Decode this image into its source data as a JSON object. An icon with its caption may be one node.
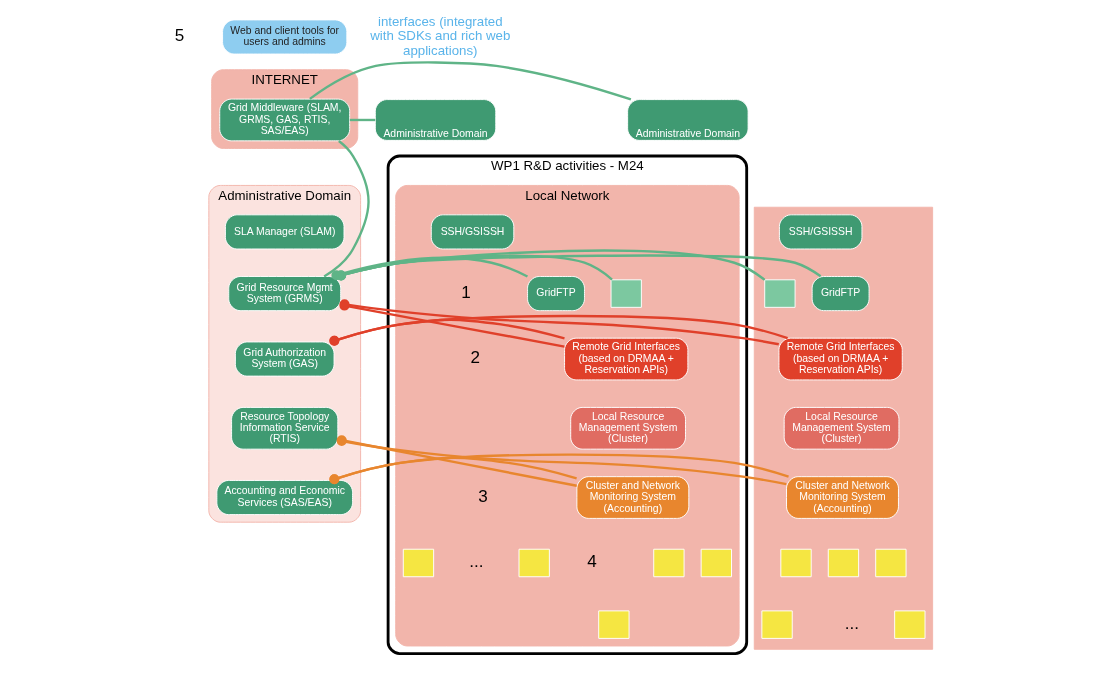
{
  "diagram": {
    "nodes": [
      {
        "text": [
          "Web and client tools for users and admins"
        ]
      },
      {
        "text": [
          "INTERNET"
        ]
      },
      {
        "text": [
          "Grid Middleware (SLAM, GRMS, GAS, RTIS, SAS/EAS)"
        ],
        "in": 1
      },
      {
        "text": [
          "Administrative Domain"
        ]
      },
      {
        "text": [
          "Administrative Domain"
        ]
      },
      {
        "text": [
          "Administrative Domain"
        ]
      },
      {
        "text": [
          "SLA Manager (SLAM)"
        ],
        "in": 5
      },
      {
        "text": [
          "Grid Resource Mgmt System (GRMS)"
        ],
        "in": 5
      },
      {
        "text": [
          "Grid Authorization System (GAS)"
        ],
        "in": 5
      },
      {
        "text": [
          "Resource Topology Information Service (RTIS)"
        ],
        "in": 5
      },
      {
        "text": [
          "Accounting and Economic Services (SAS/EAS)"
        ],
        "in": 5
      },
      {
        "text": [
          "WP1 R&D activities - M24"
        ]
      },
      {
        "text": [
          "Local Network"
        ],
        "in": 11
      },
      {
        "text": [],
        "shape": "box",
        "in": 12
      },
      {
        "text": [
          "SSH/GSISSH"
        ],
        "in": 12
      },
      {
        "text": [
          "GridFTP"
        ],
        "in": 12
      },
      {
        "text": [
          "Remote Grid Interfaces (based on DRMAA + Reservation APIs)"
        ],
        "in": 12
      },
      {
        "text": [
          "Local Resource Management System (Cluster)"
        ],
        "in": 12
      },
      {
        "text": [
          "Cluster and Network Monitoring System (Accounting)"
        ],
        "in": 12
      },
      {
        "text": [],
        "shape": "box",
        "in": 12
      },
      {
        "text": [],
        "shape": "box",
        "in": 12
      },
      {
        "text": [],
        "shape": "box",
        "in": 12
      },
      {
        "text": [],
        "shape": "box",
        "in": 12
      },
      {
        "text": [],
        "shape": "box",
        "in": 12
      },
      {
        "text": [],
        "shape": "box"
      },
      {
        "text": [
          "SSH/GSISSH"
        ],
        "in": 24
      },
      {
        "text": [
          "GridFTP"
        ],
        "in": 24
      },
      {
        "text": [],
        "shape": "box",
        "in": 24
      },
      {
        "text": [
          "Remote Grid Interfaces (based on DRMAA + Reservation APIs)"
        ],
        "in": 24
      },
      {
        "text": [
          "Local Resource Management System (Cluster)"
        ],
        "in": 24
      },
      {
        "text": [
          "Cluster and Network Monitoring System (Accounting)"
        ],
        "in": 24
      },
      {
        "text": [],
        "shape": "box",
        "in": 24
      },
      {
        "text": [],
        "shape": "box",
        "in": 24
      },
      {
        "text": [],
        "shape": "box",
        "in": 24
      },
      {
        "text": [],
        "shape": "box",
        "in": 24
      },
      {
        "text": [],
        "shape": "box",
        "in": 24
      }
    ],
    "edges": [
      {
        "from": 3,
        "to": 2,
        "arrow": "none"
      },
      {
        "from": 2,
        "to": 4,
        "arrow": "none"
      },
      {
        "from": 2,
        "to": 7,
        "arrow": "none"
      },
      {
        "from": 15,
        "to": 7,
        "arrow": "other"
      },
      {
        "from": 13,
        "to": 7,
        "arrow": "other"
      },
      {
        "from": 16,
        "to": 7,
        "arrow": "other",
        "color": "#e0402a"
      },
      {
        "from": 16,
        "to": 8,
        "arrow": "other",
        "color": "#e0402a"
      },
      {
        "from": 18,
        "to": 9,
        "arrow": "other",
        "color": "#e8862e"
      },
      {
        "from": 18,
        "to": 10,
        "arrow": "other",
        "color": "#e8862e"
      },
      {
        "from": 26,
        "to": 7,
        "arrow": "other"
      },
      {
        "from": 27,
        "to": 7,
        "arrow": "other"
      },
      {
        "from": 28,
        "to": 7,
        "arrow": "other",
        "color": "#e0402a"
      },
      {
        "from": 28,
        "to": 8,
        "arrow": "other",
        "color": "#e0402a"
      },
      {
        "from": 30,
        "to": 9,
        "arrow": "other",
        "color": "#e8862e"
      },
      {
        "from": 30,
        "to": 10,
        "arrow": "other",
        "color": "#e8862e"
      }
    ],
    "labels": [
      "interfaces (integrated with SDKs and rich web applications)",
      "5",
      "1",
      "2",
      "3",
      "...",
      "4",
      "..."
    ]
  }
}
